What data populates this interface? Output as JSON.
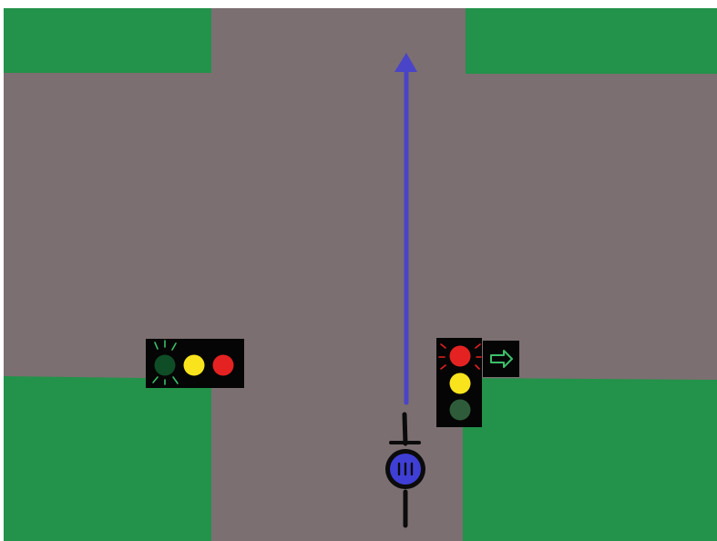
{
  "scene": {
    "colors": {
      "background": "#ffffff",
      "grass": "#23924a",
      "road": "#7b6f71",
      "signal_housing": "#050505",
      "light_red_on": "#e42222",
      "light_yellow_on": "#f9e31d",
      "light_green_off": "#2e5c3a",
      "light_green_on_dim": "#0f4d26",
      "glow_green": "#3bbf6a",
      "glow_red": "#e42222",
      "route_arrow": "#4a44c9",
      "cyclist_body": "#3f3fd6",
      "cyclist_outline": "#0b0b0b",
      "arrow_icon": "#3bbf6a"
    },
    "elements": {
      "left_signal": {
        "orientation": "horizontal",
        "active_light": "green",
        "lights": [
          "green",
          "yellow",
          "red"
        ]
      },
      "right_signal": {
        "orientation": "vertical",
        "active_light": "red",
        "lights": [
          "red",
          "yellow",
          "green"
        ],
        "turn_arrow": "right-arrow-icon"
      },
      "route": {
        "direction": "straight-ahead"
      },
      "cyclist": {
        "heading": "north"
      }
    }
  }
}
